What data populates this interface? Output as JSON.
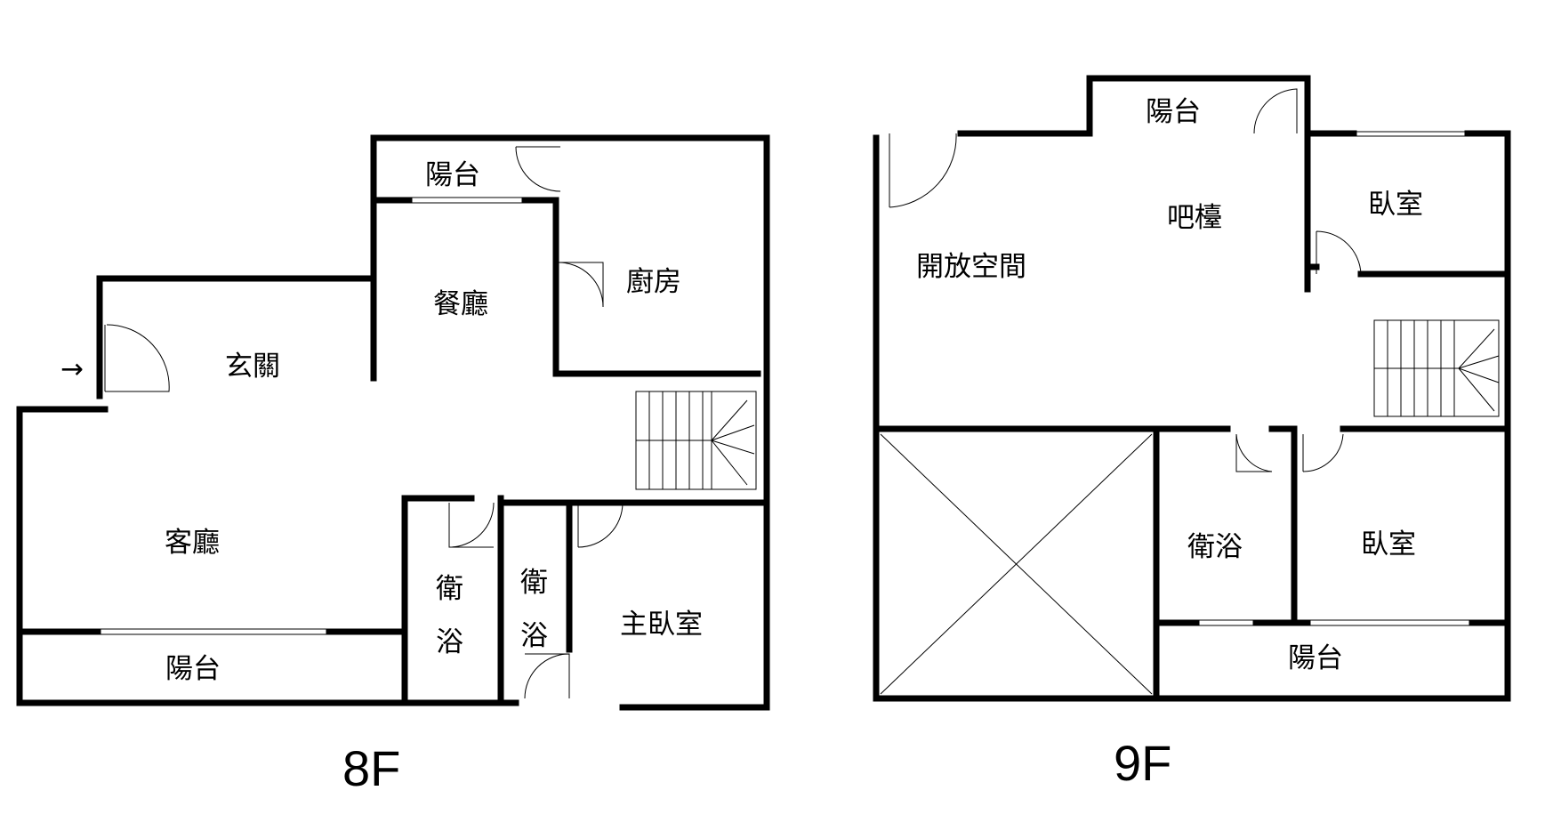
{
  "floor8": {
    "label": "8F",
    "rooms": {
      "balcony_top": "陽台",
      "kitchen": "廚房",
      "dining": "餐廳",
      "foyer": "玄關",
      "living": "客廳",
      "balcony_bottom": "陽台",
      "bath1_line1": "衛",
      "bath1_line2": "浴",
      "bath2_line1": "衛",
      "bath2_line2": "浴",
      "master_bedroom": "主臥室"
    },
    "entry_arrow": "→"
  },
  "floor9": {
    "label": "9F",
    "rooms": {
      "balcony_top": "陽台",
      "bar": "吧檯",
      "bedroom_top": "臥室",
      "open_space": "開放空間",
      "bath": "衛浴",
      "bedroom_bottom": "臥室",
      "balcony_bottom": "陽台"
    }
  },
  "colors": {
    "wall": "#000000",
    "background": "#ffffff"
  }
}
